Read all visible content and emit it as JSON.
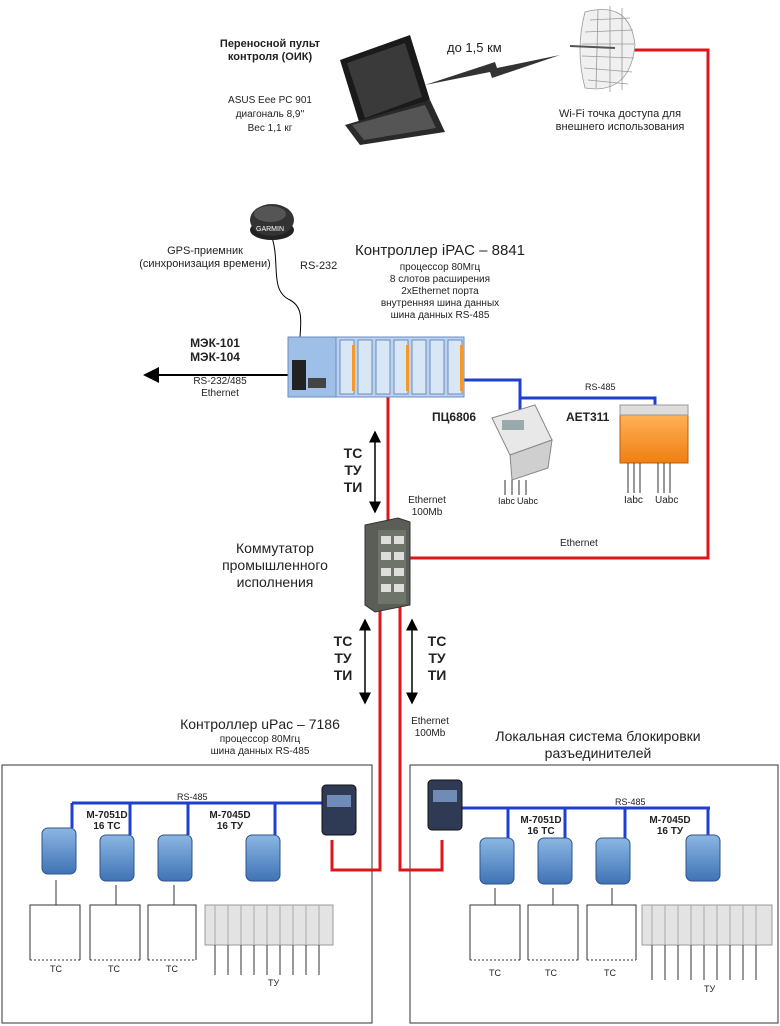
{
  "colors": {
    "ethernet": "#e0141b",
    "rs485": "#1f3fd0",
    "device": "#4f86c6",
    "rail": "#cccccc"
  },
  "laptop": {
    "title": "Переносной пульт контроля (ОИК)",
    "model": "ASUS Eee PC 901",
    "diag": "диагональ 8,9''",
    "weight": "Вес 1,1 кг"
  },
  "distance": "до 1,5 км",
  "wifi": "Wi-Fi точка доступа для внешнего использования",
  "gps": {
    "label": "GPS-приемник (синхронизация времени)",
    "brand": "GARMIN",
    "link": "RS-232"
  },
  "ipac": {
    "title": "Контроллер iPAC – 8841",
    "specs": [
      "процессор 80Мгц",
      "8 слотов расширения",
      "2xEthernet порта",
      "внутренняя шина данных",
      "шина данных RS-485"
    ]
  },
  "mek": {
    "line1": "МЭК-101",
    "line2": "МЭК-104",
    "iface1": "RS-232/485",
    "iface2": "Ethernet"
  },
  "meters": {
    "rs485": "RS-485",
    "pc": "ПЦ6806",
    "aet": "АЕТ311",
    "pc_io1": "Iabc",
    "pc_io2": "Uabc",
    "aet_io1": "Iabc",
    "aet_io2": "Uabc"
  },
  "signals": [
    "ТС",
    "ТУ",
    "ТИ"
  ],
  "eth_top": "Ethernet 100Mb",
  "eth_mid": "Ethernet",
  "eth_bottom": "Ethernet 100Mb",
  "switch": "Коммутатор промышленного исполнения",
  "upac": {
    "title": "Контроллер uPac – 7186",
    "specs": [
      "процессор 80Мгц",
      "шина данных RS-485"
    ]
  },
  "lock": {
    "title": "Локальная система блокировки разъединителей"
  },
  "left_panel": {
    "rs485": "RS-485",
    "m7051": "M-7051D",
    "m7051_sub": "16 ТС",
    "m7045": "M-7045D",
    "m7045_sub": "16 ТУ",
    "tc": [
      "ТС",
      "ТС",
      "ТС"
    ],
    "tu": "ТУ"
  },
  "right_panel": {
    "rs485": "RS-485",
    "m7051": "M-7051D",
    "m7051_sub": "16 ТС",
    "m7045": "M-7045D",
    "m7045_sub": "16 ТУ",
    "tc": [
      "ТС",
      "ТС",
      "ТС"
    ],
    "tu": "ТУ"
  }
}
